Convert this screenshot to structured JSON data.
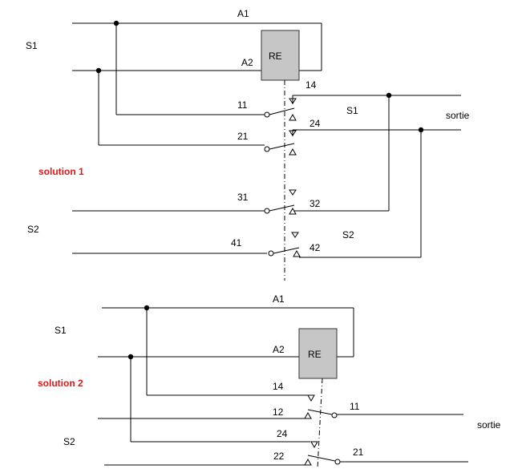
{
  "solution1": {
    "title": "solution 1",
    "input_top": "S1",
    "input_bottom": "S2",
    "coil_label": "RE",
    "coil_a1": "A1",
    "coil_a2": "A2",
    "contacts": {
      "c11": "11",
      "c14": "14",
      "c21": "21",
      "c24": "24",
      "c31": "31",
      "c32": "32",
      "c41": "41",
      "c42": "42"
    },
    "out_s1": "S1",
    "out_s2": "S2",
    "output": "sortie"
  },
  "solution2": {
    "title": "solution 2",
    "input_top": "S1",
    "input_bottom": "S2",
    "coil_label": "RE",
    "coil_a1": "A1",
    "coil_a2": "A2",
    "contacts": {
      "c14": "14",
      "c12": "12",
      "c11": "11",
      "c24": "24",
      "c22": "22",
      "c21": "21"
    },
    "output": "sortie"
  }
}
